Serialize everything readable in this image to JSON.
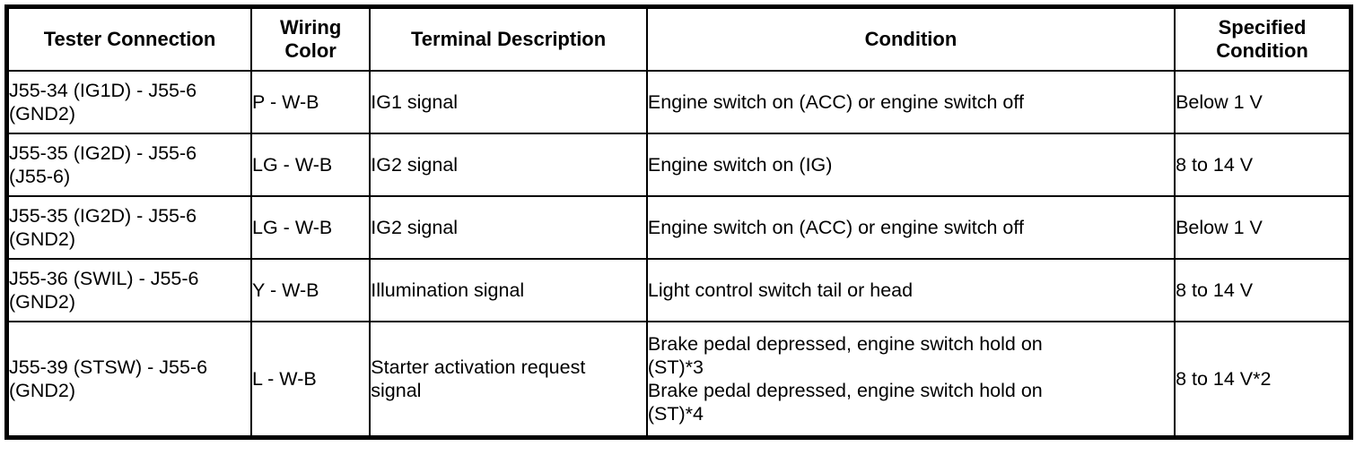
{
  "table": {
    "name": "terminal-inspection-table",
    "columns": [
      {
        "key": "tester_connection",
        "label": "Tester Connection"
      },
      {
        "key": "wiring_color",
        "label": "Wiring\nColor"
      },
      {
        "key": "terminal_description",
        "label": "Terminal Description"
      },
      {
        "key": "condition",
        "label": "Condition"
      },
      {
        "key": "specified_condition",
        "label": "Specified\nCondition"
      }
    ],
    "rows": [
      {
        "tester_connection": "J55-34 (IG1D) - J55-6\n(GND2)",
        "wiring_color": "P - W-B",
        "terminal_description": "IG1 signal",
        "condition": "Engine switch on (ACC) or engine switch off",
        "specified_condition": "Below 1 V"
      },
      {
        "tester_connection": "J55-35 (IG2D) - J55-6\n(J55-6)",
        "wiring_color": "LG - W-B",
        "terminal_description": "IG2 signal",
        "condition": "Engine switch on (IG)",
        "specified_condition": "8 to 14 V"
      },
      {
        "tester_connection": "J55-35 (IG2D) - J55-6\n(GND2)",
        "wiring_color": "LG - W-B",
        "terminal_description": "IG2 signal",
        "condition": "Engine switch on (ACC) or engine switch off",
        "specified_condition": "Below 1 V"
      },
      {
        "tester_connection": "J55-36 (SWIL) - J55-6\n(GND2)",
        "wiring_color": "Y - W-B",
        "terminal_description": "Illumination signal",
        "condition": "Light control switch tail or head",
        "specified_condition": "8 to 14 V"
      },
      {
        "tester_connection": "J55-39 (STSW) - J55-6\n(GND2)",
        "wiring_color": "L - W-B",
        "terminal_description": "Starter activation request\nsignal",
        "condition": "Brake pedal depressed, engine switch hold on\n(ST)*3\nBrake pedal depressed, engine switch hold on\n(ST)*4",
        "specified_condition": "8 to 14 V*2"
      }
    ]
  },
  "colors": {
    "border": "#000000",
    "text": "#000000",
    "background": "#ffffff"
  }
}
